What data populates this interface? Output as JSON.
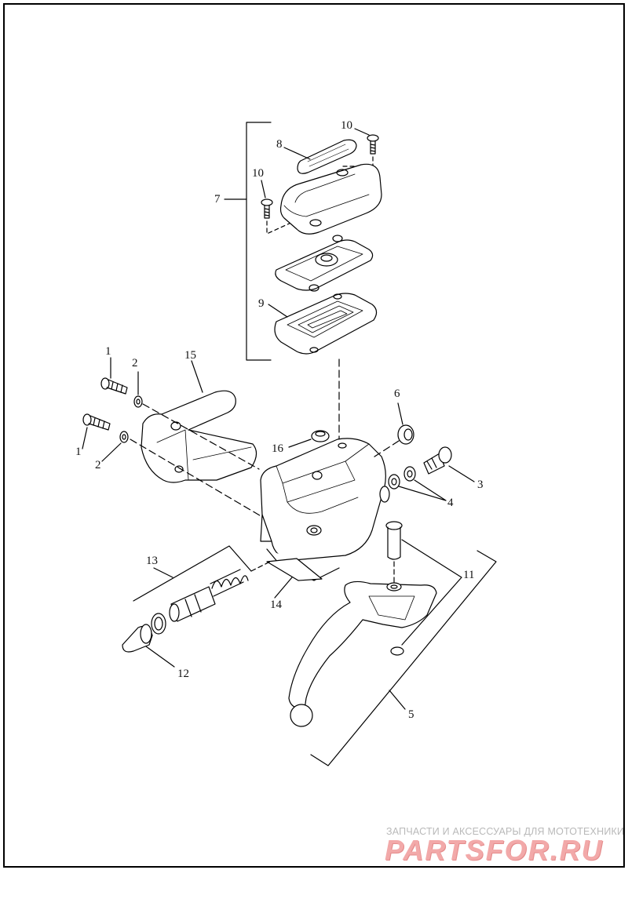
{
  "callouts": {
    "c1a": "1",
    "c1b": "1",
    "c2a": "2",
    "c2b": "2",
    "c3": "3",
    "c4": "4",
    "c5": "5",
    "c6": "6",
    "c7": "7",
    "c8": "8",
    "c9": "9",
    "c10a": "10",
    "c10b": "10",
    "c11": "11",
    "c12": "12",
    "c13": "13",
    "c14": "14",
    "c15": "15",
    "c16": "16"
  },
  "watermark": {
    "caption": "ЗАПЧАСТИ И АКСЕССУАРЫ ДЛЯ МОТОТЕХНИКИ",
    "logo": "PARTSFOR.RU",
    "color": "#f2a9a9"
  }
}
